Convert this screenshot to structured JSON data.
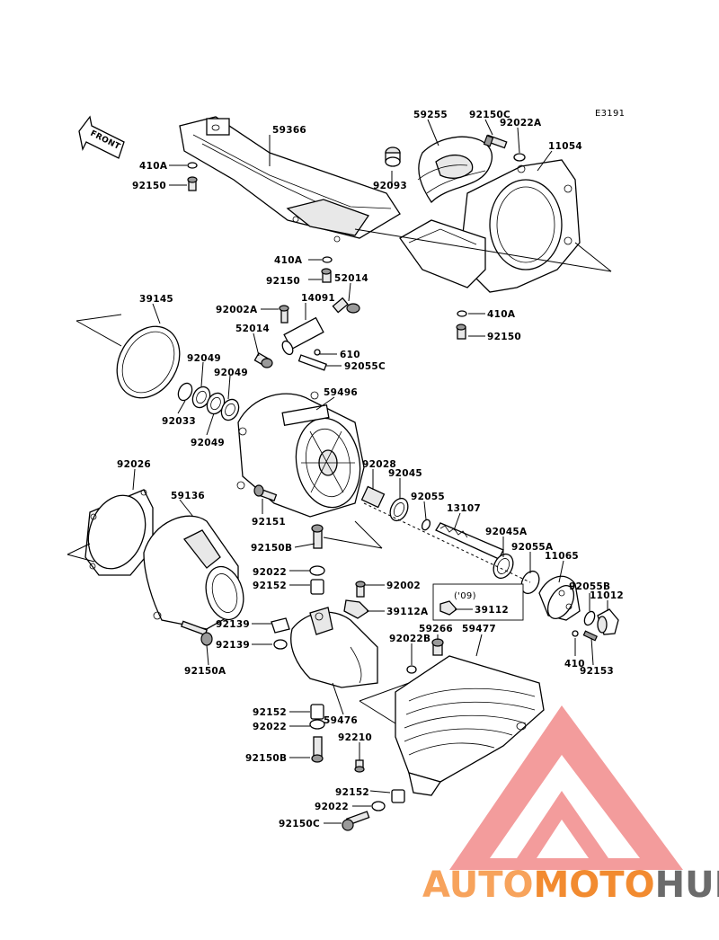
{
  "diagram_code": "E3191",
  "front_arrow_label": "FRONT",
  "year_note": "('09)",
  "watermark": {
    "part1": "AUTO",
    "part2": "MOTO",
    "part3": "HUB",
    "color_light": "#f7a35c",
    "color_mid": "#f28b30",
    "color_dark": "#6b6b6b",
    "logo_color": "#f28b8b"
  },
  "labels": [
    {
      "id": "59366",
      "text": "59366"
    },
    {
      "id": "59255",
      "text": "59255"
    },
    {
      "id": "92150C_a",
      "text": "92150C"
    },
    {
      "id": "92022A_a",
      "text": "92022A"
    },
    {
      "id": "11054",
      "text": "11054"
    },
    {
      "id": "410A_a",
      "text": "410A"
    },
    {
      "id": "92150_a",
      "text": "92150"
    },
    {
      "id": "92093",
      "text": "92093"
    },
    {
      "id": "410A_b",
      "text": "410A"
    },
    {
      "id": "92150_b",
      "text": "92150"
    },
    {
      "id": "52014_a",
      "text": "52014"
    },
    {
      "id": "39145",
      "text": "39145"
    },
    {
      "id": "92002A",
      "text": "92002A"
    },
    {
      "id": "14091",
      "text": "14091"
    },
    {
      "id": "410A_c",
      "text": "410A"
    },
    {
      "id": "52014_b",
      "text": "52014"
    },
    {
      "id": "92150_c",
      "text": "92150"
    },
    {
      "id": "610",
      "text": "610"
    },
    {
      "id": "92049_a",
      "text": "92049"
    },
    {
      "id": "92055C",
      "text": "92055C"
    },
    {
      "id": "92049_b",
      "text": "92049"
    },
    {
      "id": "59496",
      "text": "59496"
    },
    {
      "id": "92033",
      "text": "92033"
    },
    {
      "id": "92049_c",
      "text": "92049"
    },
    {
      "id": "92026",
      "text": "92026"
    },
    {
      "id": "92028",
      "text": "92028"
    },
    {
      "id": "92045",
      "text": "92045"
    },
    {
      "id": "59136",
      "text": "59136"
    },
    {
      "id": "92055",
      "text": "92055"
    },
    {
      "id": "13107",
      "text": "13107"
    },
    {
      "id": "92151",
      "text": "92151"
    },
    {
      "id": "92045A",
      "text": "92045A"
    },
    {
      "id": "92150B_a",
      "text": "92150B"
    },
    {
      "id": "92055A",
      "text": "92055A"
    },
    {
      "id": "11065",
      "text": "11065"
    },
    {
      "id": "92022_a",
      "text": "92022"
    },
    {
      "id": "92002",
      "text": "92002"
    },
    {
      "id": "92055B",
      "text": "92055B"
    },
    {
      "id": "92152_a",
      "text": "92152"
    },
    {
      "id": "11012",
      "text": "11012"
    },
    {
      "id": "39112A",
      "text": "39112A"
    },
    {
      "id": "39112",
      "text": "39112"
    },
    {
      "id": "92139_a",
      "text": "92139"
    },
    {
      "id": "59266",
      "text": "59266"
    },
    {
      "id": "59477",
      "text": "59477"
    },
    {
      "id": "92022B",
      "text": "92022B"
    },
    {
      "id": "410_b",
      "text": "410"
    },
    {
      "id": "92150A",
      "text": "92150A"
    },
    {
      "id": "92139_b",
      "text": "92139"
    },
    {
      "id": "92153",
      "text": "92153"
    },
    {
      "id": "92152_b",
      "text": "92152"
    },
    {
      "id": "59476",
      "text": "59476"
    },
    {
      "id": "92022_b",
      "text": "92022"
    },
    {
      "id": "92210",
      "text": "92210"
    },
    {
      "id": "92150B_b",
      "text": "92150B"
    },
    {
      "id": "92152_c",
      "text": "92152"
    },
    {
      "id": "92022_c",
      "text": "92022"
    },
    {
      "id": "92150C_b",
      "text": "92150C"
    }
  ]
}
